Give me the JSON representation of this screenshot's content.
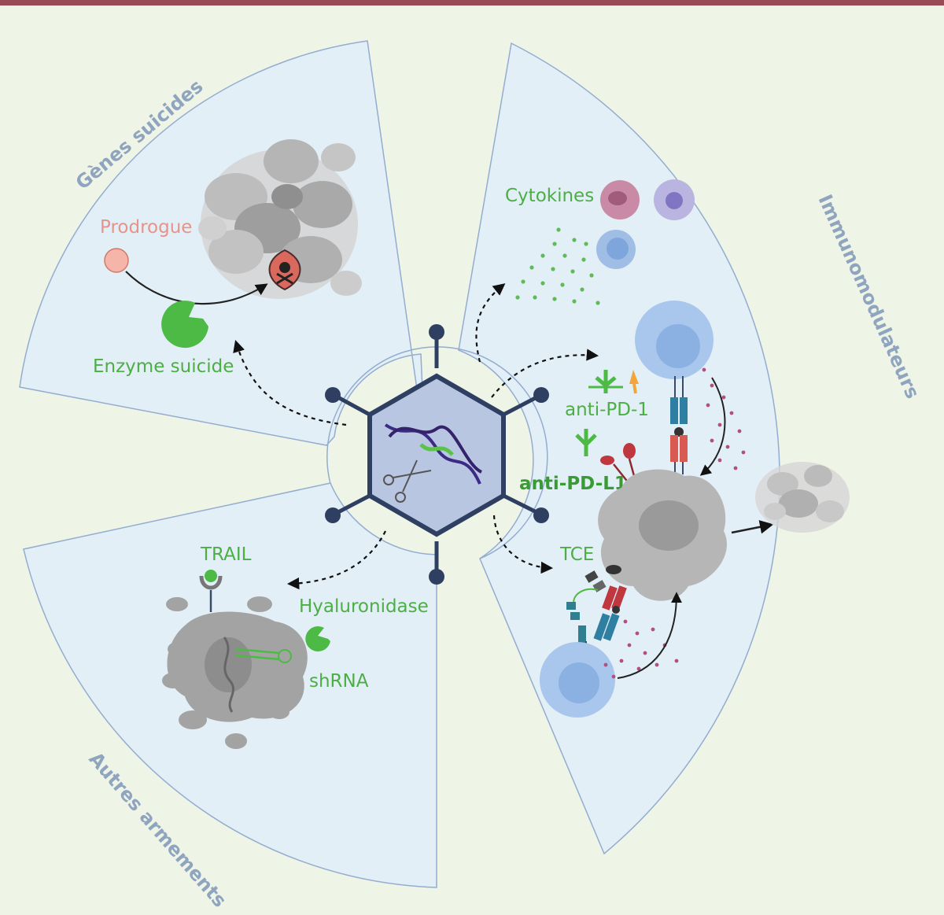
{
  "labels": {
    "genes_suicides": "Gènes suicides",
    "autres_armements": "Autres armements",
    "immunomodulateurs": "Immunomodulateurs",
    "prodrogue": "Prodrogue",
    "enzyme_suicide": "Enzyme suicide",
    "cytokines": "Cytokines",
    "anti_pd1": "anti-PD-1",
    "anti_pdl1": "anti-PD-L1",
    "tce": "TCE",
    "trail": "TRAIL",
    "hyaluronidase": "Hyaluronidase",
    "shrna": "shRNA"
  },
  "colors": {
    "background": "#eef4e6",
    "top_bar": "#9a4a55",
    "sector_fill": "#e3eff7",
    "sector_stroke": "#93acd0",
    "virus_outline": "#2e3f62",
    "virus_fill": "#b9c6e2",
    "label_green": "#4cae45",
    "label_pink": "#e7938a",
    "sector_title": "#8fa4bf"
  }
}
